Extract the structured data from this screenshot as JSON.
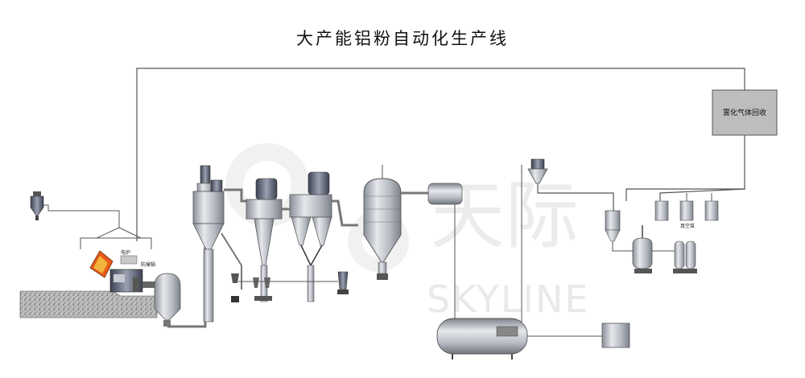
{
  "title": "大产能铝粉自动化生产线",
  "labels": {
    "gas_recovery": "雾化气体回收",
    "electric_furnace": "电炉",
    "atomizer": "防爆锅",
    "vacuum_pump": "真空泵"
  },
  "watermark": {
    "cn": "天际",
    "en": "SKYLINE"
  },
  "colors": {
    "pipe": "#555555",
    "equipment": "#b8bcc4",
    "recovery_box": "#bdbdbd",
    "ground": "#9a9a9a"
  }
}
